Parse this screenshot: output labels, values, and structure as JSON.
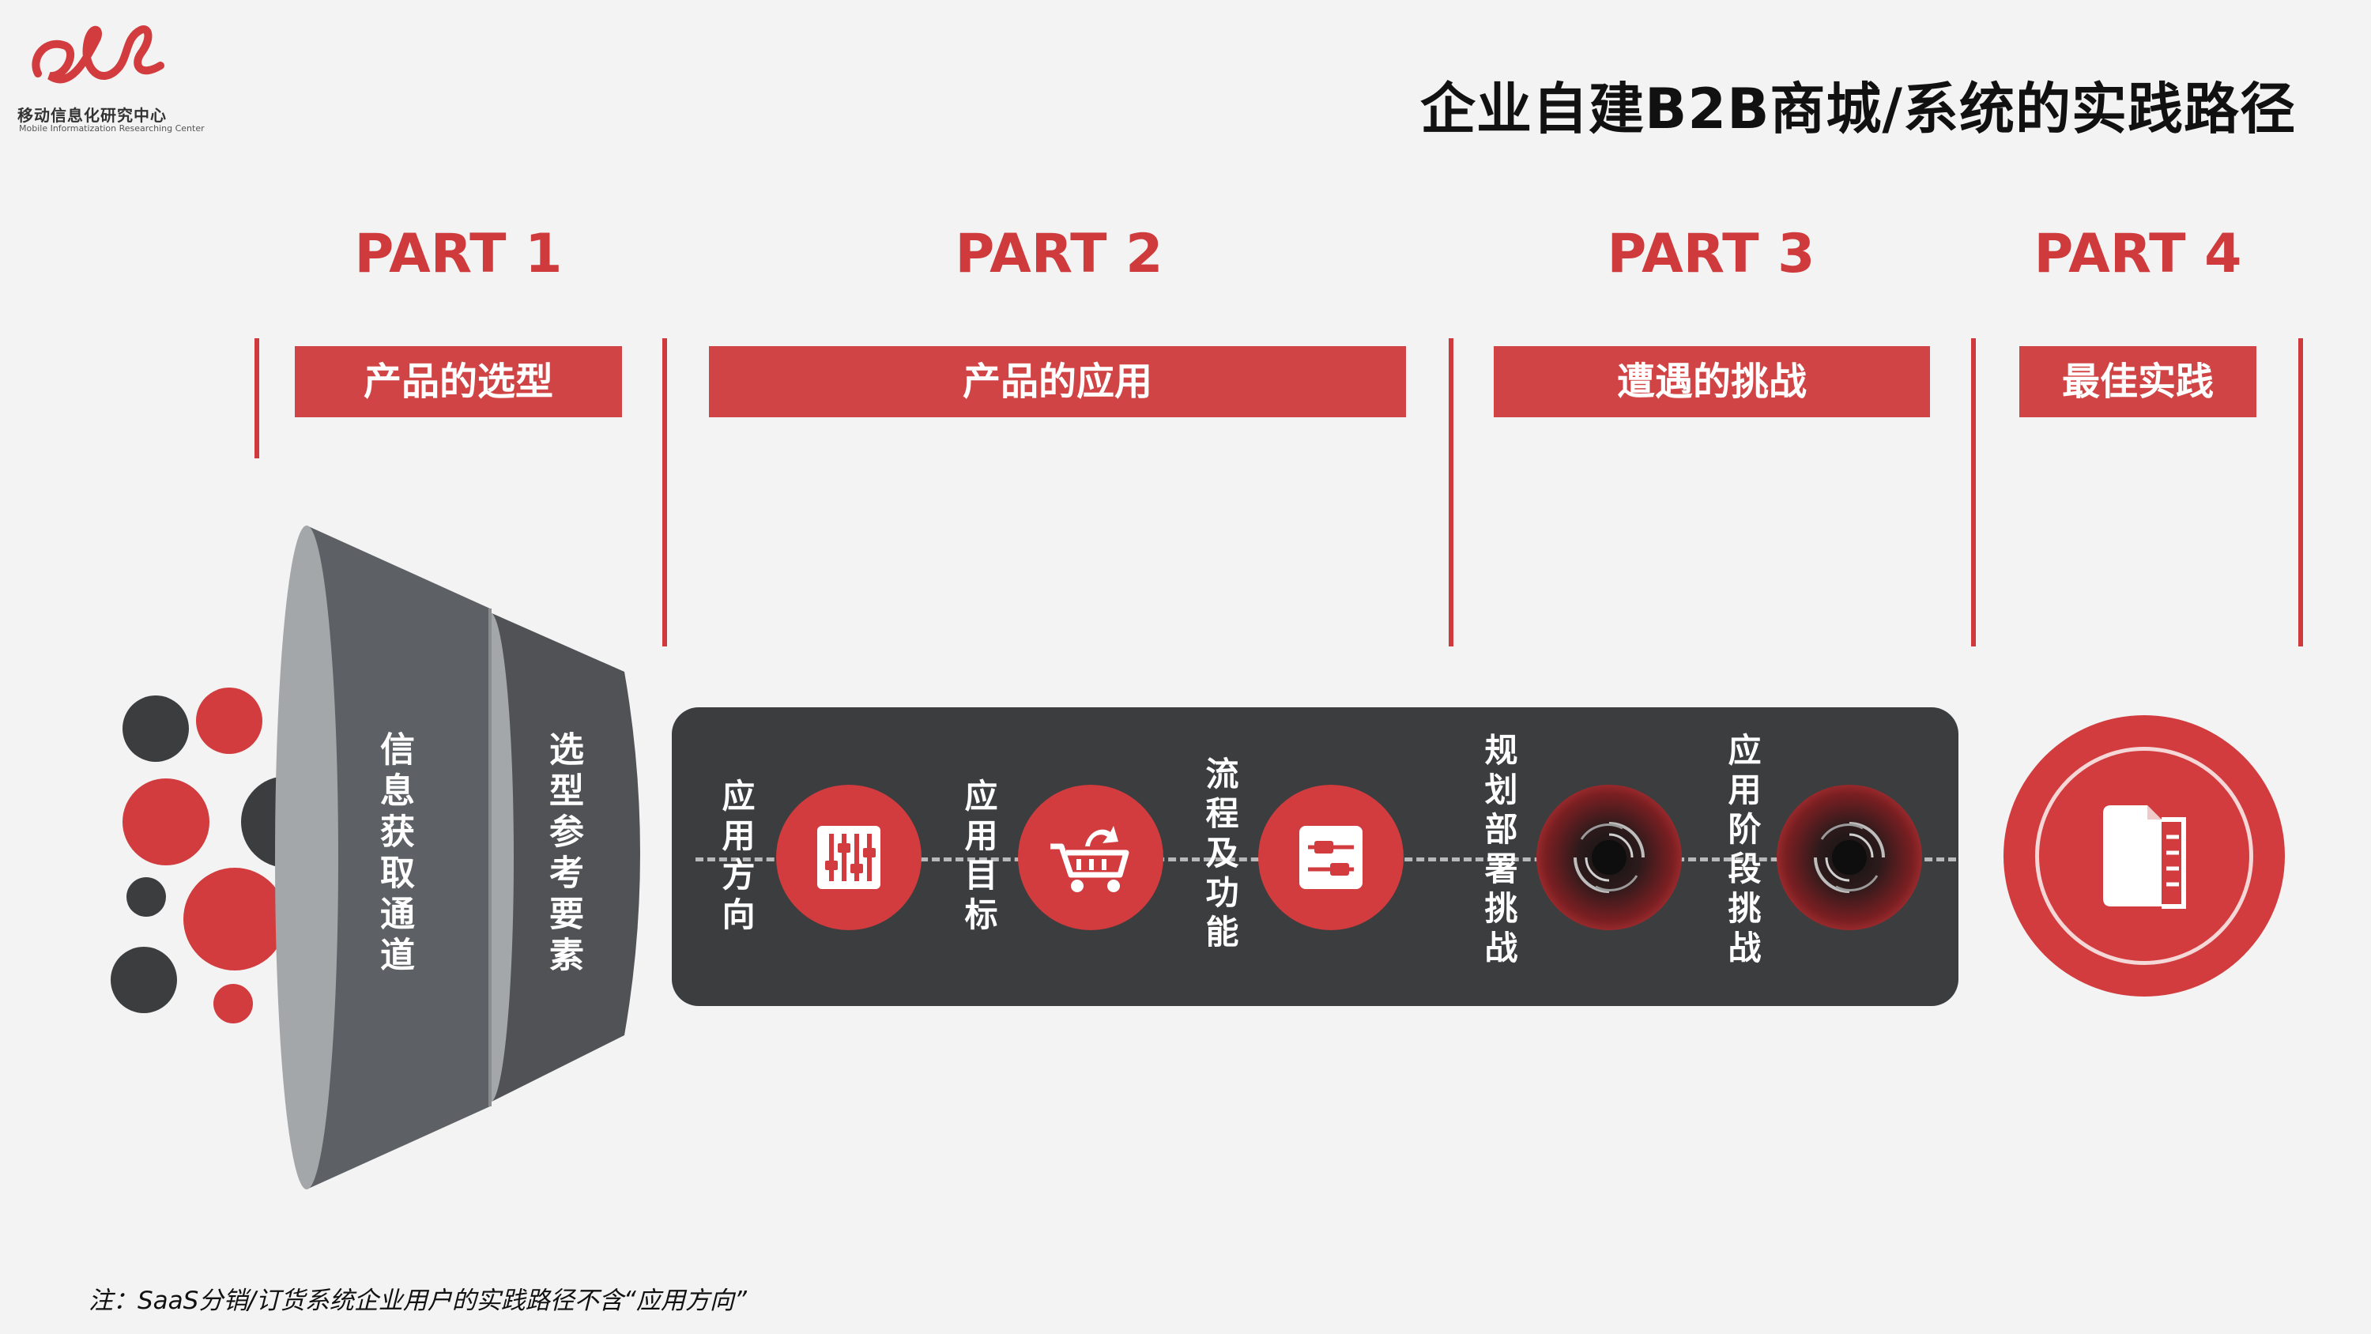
{
  "logo": {
    "cn": "移动信息化研究中心",
    "en": "Mobile Informatization Researching Center"
  },
  "title": "企业自建B2B商城/系统的实践路径",
  "parts": [
    {
      "label": "PART 1",
      "banner": "产品的选型"
    },
    {
      "label": "PART 2",
      "banner": "产品的应用"
    },
    {
      "label": "PART 3",
      "banner": "遭遇的挑战"
    },
    {
      "label": "PART 4",
      "banner": "最佳实践"
    }
  ],
  "funnel": {
    "first": "信息获取通道",
    "second": "选型参考要素"
  },
  "steps": [
    {
      "label": "应用方向",
      "icon": "sliders-icon"
    },
    {
      "label": "应用目标",
      "icon": "shopping-cart-icon"
    },
    {
      "label": "流程及功能",
      "icon": "process-board-icon"
    },
    {
      "label": "规划部署挑战",
      "icon": "vortex-icon"
    },
    {
      "label": "应用阶段挑战",
      "icon": "vortex-icon"
    }
  ],
  "best_practice_icon": "document-icon",
  "note": "注：SaaS分销/订货系统企业用户的实践路径不含“应用方向”",
  "colors": {
    "accent_red": "#d23c3e",
    "dark_gray": "#3c3d3f",
    "background": "#f3f3f3"
  }
}
